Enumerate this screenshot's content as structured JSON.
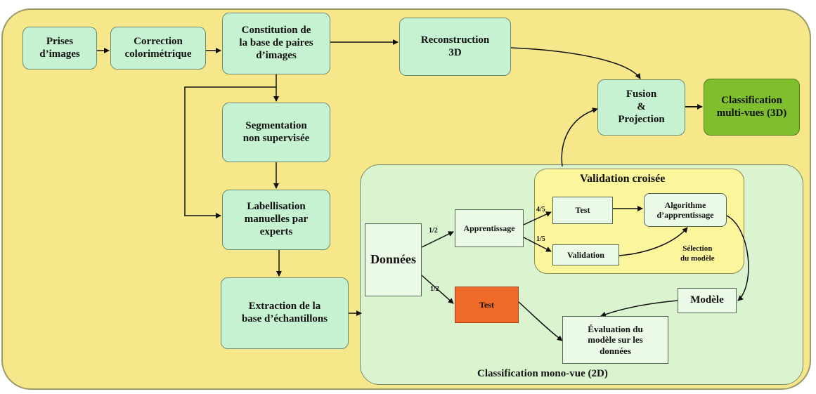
{
  "nodes": {
    "prises": "Prises\nd’images",
    "correction": "Correction\ncolorimétrique",
    "constitution": "Constitution de\nla base de paires\nd’images",
    "reconstruction": "Reconstruction\n3D",
    "fusion": "Fusion\n&\nProjection",
    "classification_3d": "Classification\nmulti-vues (3D)",
    "segmentation": "Segmentation\nnon supervisée",
    "labellisation": "Labellisation\nmanuelles par\nexperts",
    "extraction": "Extraction de la\nbase d’échantillons",
    "donnees": "Données",
    "apprentissage": "Apprentissage",
    "test_red": "Test",
    "test_cv": "Test",
    "validation": "Validation",
    "algorithme": "Algorithme\nd’apprentissage",
    "modele": "Modèle",
    "evaluation": "Évaluation du\nmodèle sur les\ndonnées"
  },
  "labels": {
    "validation_croisee": "Validation croisée",
    "classification_2d": "Classification mono-vue (2D)",
    "selection": "Sélection\ndu modèle",
    "half_top": "1/2",
    "half_bottom": "1/2",
    "four_fifths": "4/5",
    "one_fifth": "1/5"
  },
  "colors": {
    "background": "#f6e88a",
    "node": "#c7f2d2",
    "classification_3d": "#7fbf2e",
    "test_highlight": "#f06a2a",
    "region_2d": "#d9f4cf",
    "region_cv": "#fbf59c"
  }
}
